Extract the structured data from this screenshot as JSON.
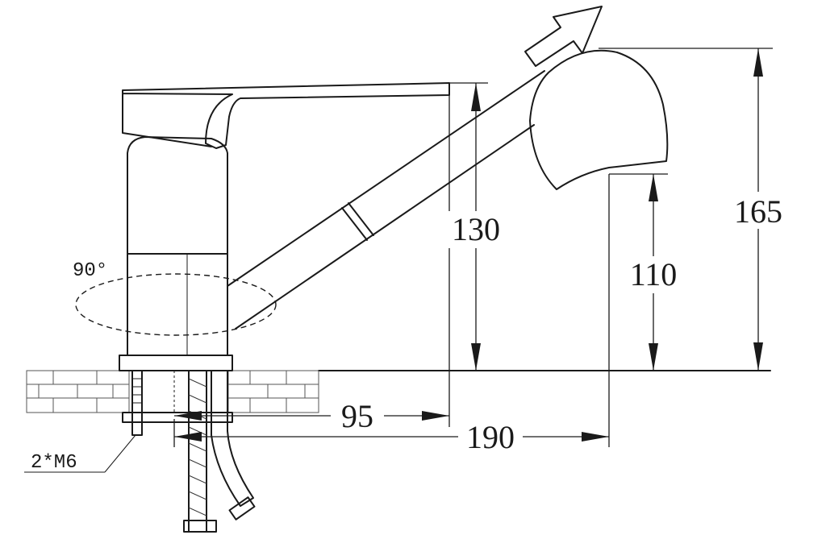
{
  "dimensions": {
    "overall_height": "165",
    "spout_height": "110",
    "body_height": "130",
    "spout_reach": "190",
    "body_offset": "95"
  },
  "annotations": {
    "rotation": "90°",
    "bolts": "2*M6"
  }
}
